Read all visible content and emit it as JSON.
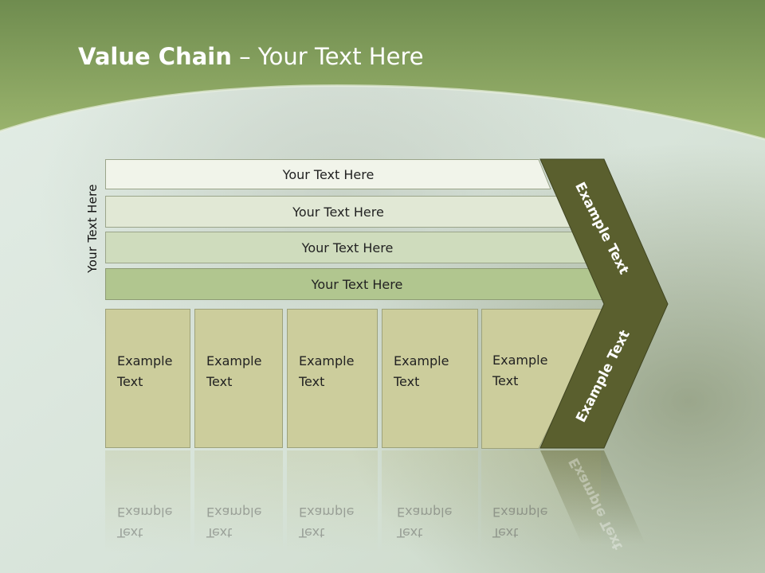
{
  "title": {
    "bold": "Value Chain",
    "rest": " – Your Text Here"
  },
  "side_label": "Your Text Here",
  "bars": [
    {
      "label": "Your Text Here",
      "fill": "#f1f4ea"
    },
    {
      "label": "Your Text Here",
      "fill": "#e1e8d5"
    },
    {
      "label": "Your Text Here",
      "fill": "#cfdcbd"
    },
    {
      "label": "Your Text Here",
      "fill": "#b1c68f"
    }
  ],
  "columns": [
    {
      "line1": "Example",
      "line2": "Text"
    },
    {
      "line1": "Example",
      "line2": "Text"
    },
    {
      "line1": "Example",
      "line2": "Text"
    },
    {
      "line1": "Example",
      "line2": "Text"
    },
    {
      "line1": "Example",
      "line2": "Text"
    }
  ],
  "chevron": {
    "top_label": "Example Text",
    "bottom_label": "Example Text"
  },
  "colors": {
    "header_green": "#8fac63",
    "chevron": "#5a5f2e",
    "column": "#cccd9c"
  }
}
